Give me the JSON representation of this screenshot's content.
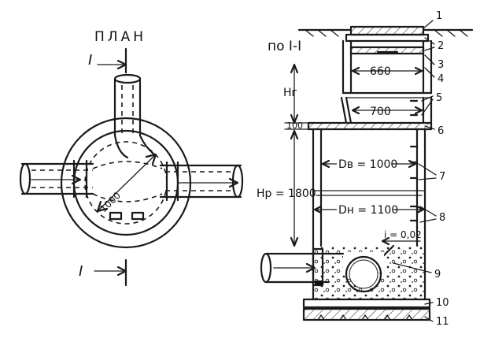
{
  "plan": {
    "title": "ПЛАН",
    "section_mark_top": "I",
    "section_mark_bottom": "I",
    "diameter": "1000"
  },
  "section": {
    "title": "по I-I",
    "dim_660": "660",
    "dim_700": "700",
    "dim_100": "100",
    "h_g": "Hг",
    "h_r": "Hр = 1800",
    "d_v": "Dв = 1000",
    "d_n": "Dн = 1100",
    "slope": "i = 0,02",
    "callouts": [
      "1",
      "2",
      "3",
      "4",
      "5",
      "6",
      "7",
      "8",
      "9",
      "10",
      "11"
    ]
  }
}
